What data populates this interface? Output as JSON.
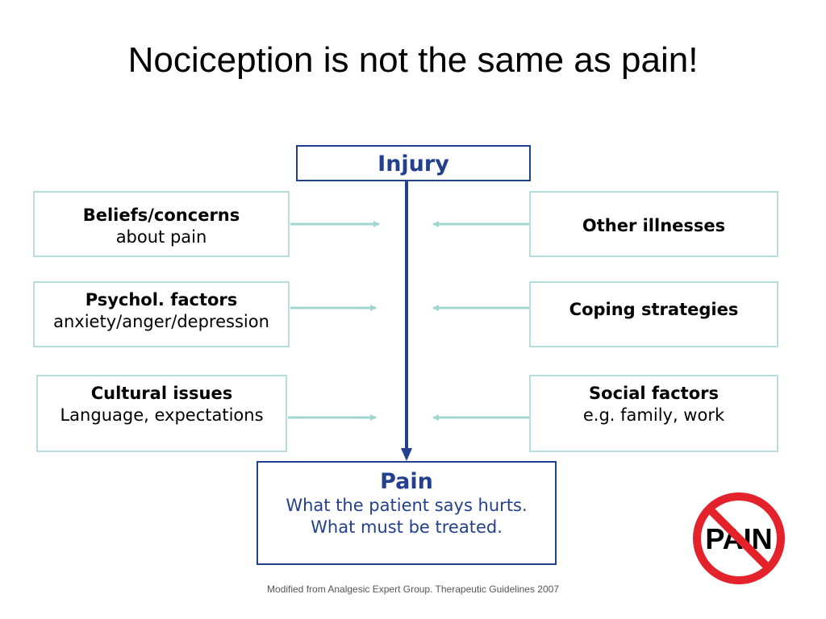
{
  "title": "Nociception is not the same as pain!",
  "injury": {
    "label": "Injury"
  },
  "left_factors": [
    {
      "heading": "Beliefs/concerns",
      "detail": "about pain"
    },
    {
      "heading": "Psychol. factors",
      "detail": "anxiety/anger/depression"
    },
    {
      "heading": "Cultural issues",
      "detail": "Language, expectations"
    }
  ],
  "right_factors": [
    {
      "heading": "Other illnesses",
      "detail": ""
    },
    {
      "heading": "Coping strategies",
      "detail": ""
    },
    {
      "heading": "Social factors",
      "detail": "e.g. family, work"
    }
  ],
  "pain": {
    "heading": "Pain",
    "line1": "What the patient says hurts.",
    "line2": "What must be treated."
  },
  "no_pain_icon": {
    "text": "PAIN",
    "icon": "no-pain-sign-icon",
    "ring_color": "#e3222b"
  },
  "footnote": "Modified from Analgesic Expert Group. Therapeutic Guidelines 2007",
  "colors": {
    "accent": "#23408e",
    "box_border": "#b7dede",
    "arrow": "#9fd6d0"
  }
}
